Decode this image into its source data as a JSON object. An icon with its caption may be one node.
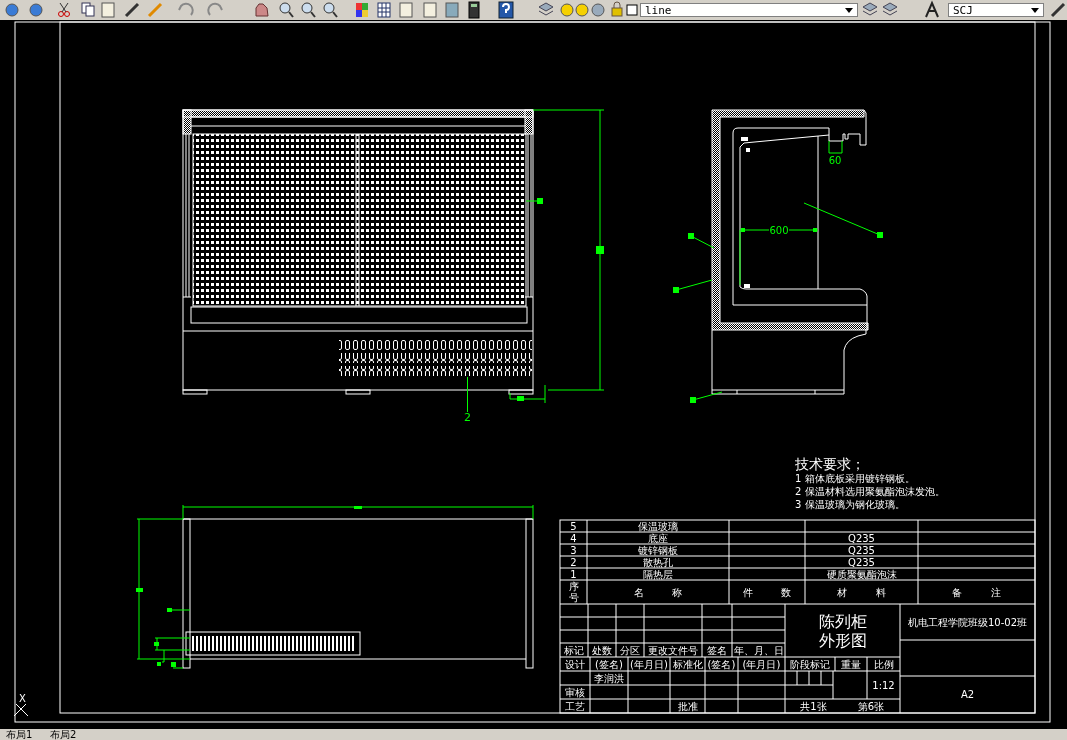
{
  "diagram": {
    "nodes": [
      {
        "text": [
          "2"
        ]
      },
      {
        "text": [],
        "shape": "box"
      }
    ],
    "edges": [
      {
        "from": 0,
        "to": 1,
        "arrow": "none",
        "color": "#00ff00"
      }
    ],
    "labels": [
      "line",
      "SCJ",
      "60",
      "600",
      "技术要求；",
      "1 箱体底板采用镀锌钢板。",
      "2 保温材料选用聚氨酯泡沫发泡。",
      "3 保温玻璃为钢化玻璃。",
      "5",
      "保温玻璃",
      "4",
      "底座",
      "Q235",
      "3",
      "镀锌钢板",
      "Q235",
      "2",
      "散热孔",
      "Q235",
      "1",
      "隔热层",
      "硬质聚氨酯泡沫",
      "序号",
      "名 称",
      "件 数",
      "材 料",
      "备 注",
      "陈列柜外形图",
      "机电工程学院班级10-02班",
      "标记",
      "处数",
      "分区",
      "更改文件号",
      "签名",
      "年、月、日",
      "设计",
      "(签名)",
      "(年月日)",
      "标准化",
      "(签名)",
      "(年月日)",
      "阶段标记",
      "重量",
      "比例",
      "李润洪",
      "1:12",
      "A2",
      "审核",
      "工艺",
      "批准",
      "共1张",
      "第6张",
      "X",
      "布局1",
      "布局2"
    ]
  }
}
